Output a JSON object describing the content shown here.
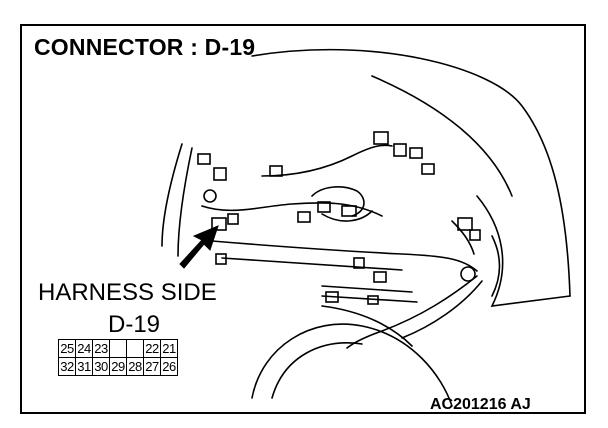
{
  "title": "CONNECTOR : D-19",
  "harness_label": "HARNESS SIDE",
  "connector_id": "D-19",
  "pins": {
    "top_row": [
      "25",
      "24",
      "23",
      "",
      "",
      "22",
      "21"
    ],
    "bottom_row": [
      "32",
      "31",
      "30",
      "29",
      "28",
      "27",
      "26"
    ]
  },
  "figure_code": "AC201216 AJ"
}
